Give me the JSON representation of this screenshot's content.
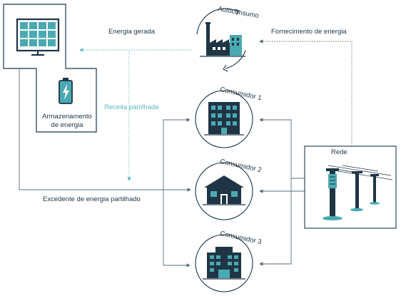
{
  "labels": {
    "energia_gerada": "Energia gerada",
    "fornecimento": "Fornecimento de energia",
    "autoconsumo": "Autoconsumo",
    "receita": "Receita partilhada",
    "armazenamento_line1": "Armazenamento",
    "armazenamento_line2": "de energia",
    "excedente": "Excedente de energia partilhado",
    "rede": "Rede",
    "consumidor1": "Consumidor 1",
    "consumidor2": "Consumidor 2",
    "consumidor3": "Consumidor 3"
  },
  "colors": {
    "dark": "#1f3546",
    "teal": "#3a9ea5",
    "teal_light": "#5fb7bf",
    "line": "#5a6e7c"
  },
  "icons": [
    "solar-panel-icon",
    "battery-icon",
    "factory-icon",
    "apartment-building-icon",
    "house-icon",
    "office-building-icon",
    "power-grid-icon"
  ]
}
